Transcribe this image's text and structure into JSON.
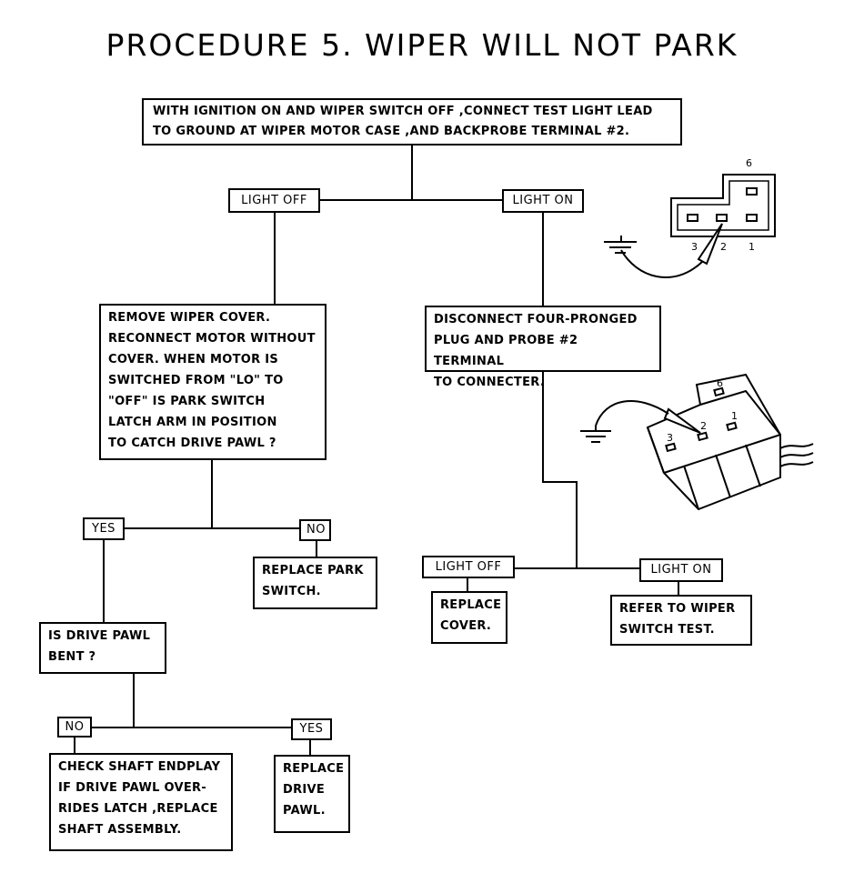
{
  "title": "PROCEDURE 5.  WIPER WILL NOT PARK",
  "nodes": {
    "start": "WITH IGNITION ON AND WIPER SWITCH OFF ,CONNECT TEST LIGHT LEAD\nTO GROUND AT WIPER MOTOR CASE ,AND BACKPROBE TERMINAL #2.",
    "light_off_1": "LIGHT OFF",
    "light_on_1": "LIGHT ON",
    "remove_cover": "REMOVE WIPER COVER.\nRECONNECT MOTOR WITHOUT\nCOVER. WHEN MOTOR IS\nSWITCHED FROM \"LO\" TO\n\"OFF\" IS PARK SWITCH\nLATCH ARM IN POSITION\nTO CATCH DRIVE PAWL ?",
    "disconnect_plug": "DISCONNECT FOUR-PRONGED\nPLUG AND PROBE #2 TERMINAL\nTO CONNECTER.",
    "yes_1": "YES",
    "no_1": "NO",
    "replace_park_switch": "REPLACE PARK\n  SWITCH.",
    "light_off_2": "LIGHT OFF",
    "light_on_2": "LIGHT ON",
    "replace_cover": "REPLACE\nCOVER.",
    "refer_switch_test": "REFER TO WIPER\nSWITCH TEST.",
    "drive_pawl_bent": "IS DRIVE PAWL\n    BENT ?",
    "no_2": "NO",
    "yes_2": "YES",
    "check_shaft": "CHECK SHAFT ENDPLAY\nIF DRIVE PAWL OVER-\nRIDES LATCH ,REPLACE\nSHAFT ASSEMBLY.",
    "replace_drive_pawl": "REPLACE\nDRIVE\nPAWL."
  },
  "connector_top": {
    "pin_6": "6",
    "pin_3": "3",
    "pin_2": "2",
    "pin_1": "1"
  },
  "connector_bottom": {
    "pin_6": "6",
    "pin_3": "3",
    "pin_2": "2",
    "pin_1": "1"
  }
}
